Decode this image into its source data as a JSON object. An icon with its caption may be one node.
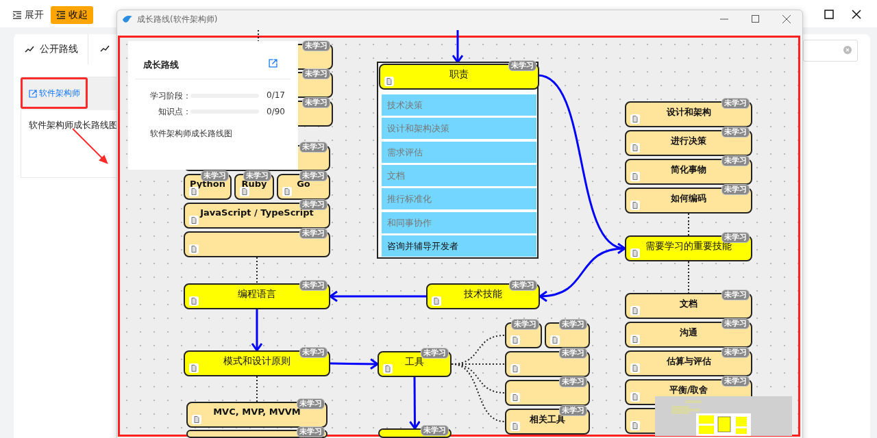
{
  "diagram": {
    "title": "成长路线(软件架构师)",
    "nodes": [
      {
        "text": [
          "未学习"
        ]
      },
      {
        "text": [
          "未学习"
        ]
      },
      {
        "text": [
          "未学习"
        ]
      },
      {
        "text": [
          "未学习"
        ]
      },
      {
        "text": [
          "未学习",
          "Python"
        ]
      },
      {
        "text": [
          "未学习",
          "Ruby"
        ]
      },
      {
        "text": [
          "未学习",
          "Go"
        ]
      },
      {
        "text": [
          "未学习",
          "JavaScript / TypeScript"
        ]
      },
      {
        "text": [
          "未学习"
        ]
      },
      {
        "text": [
          "未学习",
          "编程语言"
        ]
      },
      {
        "text": [
          "未学习",
          "模式和设计原则"
        ]
      },
      {
        "text": [
          "未学习",
          "MVC, MVP, MVVM"
        ]
      },
      {
        "text": [
          "未学习"
        ]
      },
      {
        "text": [],
        "shape": "box"
      },
      {
        "text": [
          "未学习",
          "职责"
        ],
        "in": 13
      },
      {
        "text": [
          "技术决策"
        ],
        "in": 13
      },
      {
        "text": [
          "设计和架构决策"
        ],
        "in": 13
      },
      {
        "text": [
          "需求评估"
        ],
        "in": 13
      },
      {
        "text": [
          "文档"
        ],
        "in": 13
      },
      {
        "text": [
          "推行标准化"
        ],
        "in": 13
      },
      {
        "text": [
          "和同事协作"
        ],
        "in": 13
      },
      {
        "text": [
          "咨询并辅导开发者"
        ],
        "in": 13
      },
      {
        "text": [
          "未学习",
          "技术技能"
        ]
      },
      {
        "text": [
          "未学习",
          "工具"
        ]
      },
      {
        "text": [
          "未学习"
        ]
      },
      {
        "text": [
          "未学习"
        ]
      },
      {
        "text": [
          "未学习"
        ]
      },
      {
        "text": [
          "未学习"
        ]
      },
      {
        "text": [
          "未学习"
        ]
      },
      {
        "text": [
          "未学习",
          "相关工具"
        ]
      },
      {
        "text": [
          "未学习",
          "设计和架构"
        ]
      },
      {
        "text": [
          "未学习",
          "进行决策"
        ]
      },
      {
        "text": [
          "未学习",
          "简化事物"
        ]
      },
      {
        "text": [
          "未学习",
          "如何编码"
        ]
      },
      {
        "text": [
          "未学习",
          "需要学习的重要技能"
        ]
      },
      {
        "text": [
          "未学习",
          "文档"
        ]
      },
      {
        "text": [
          "未学习",
          "沟通"
        ]
      },
      {
        "text": [
          "未学习",
          "估算与评估"
        ]
      },
      {
        "text": [
          "未学习",
          "平衡/取舍"
        ]
      },
      {
        "text": [],
        "shape": "box"
      }
    ],
    "edges": [
      {
        "from": null,
        "to": 14,
        "arrow": "to",
        "color": "#0000ff"
      },
      {
        "from": 14,
        "to": 34,
        "arrow": "to",
        "color": "#0000ff"
      },
      {
        "from": 34,
        "to": 22,
        "arrow": "to",
        "color": "#0000ff"
      },
      {
        "from": 22,
        "to": 9,
        "arrow": "to",
        "color": "#0000ff"
      },
      {
        "from": 9,
        "to": 10,
        "arrow": "to",
        "color": "#0000ff"
      },
      {
        "from": 10,
        "to": 23,
        "arrow": "to",
        "color": "#0000ff"
      },
      {
        "from": 23,
        "to": 24,
        "arrow": "to",
        "color": "#0000ff"
      },
      {
        "from": null,
        "to": 0,
        "arrow": "none",
        "style": "dashed"
      },
      {
        "from": 8,
        "to": 9,
        "arrow": "none",
        "style": "dashed"
      },
      {
        "from": 10,
        "to": 11,
        "arrow": "none",
        "style": "dashed"
      },
      {
        "from": 33,
        "to": 34,
        "arrow": "none",
        "style": "dashed"
      },
      {
        "from": 34,
        "to": 35,
        "arrow": "none",
        "style": "dashed"
      },
      {
        "from": 23,
        "to": 25,
        "arrow": "none",
        "style": "dashed"
      },
      {
        "from": 23,
        "to": 27,
        "arrow": "none",
        "style": "dashed"
      },
      {
        "from": 23,
        "to": 28,
        "arrow": "none",
        "style": "dashed"
      },
      {
        "from": 23,
        "to": 29,
        "arrow": "none",
        "style": "dashed"
      }
    ],
    "labels": [
      "展开",
      "收起",
      "公开路线",
      "软件架构师",
      "软件架构师成长路线图",
      "成长路线",
      "学习阶段：",
      "0/17",
      "知识点：",
      "0/90",
      "软件架构师成长路线图"
    ]
  }
}
